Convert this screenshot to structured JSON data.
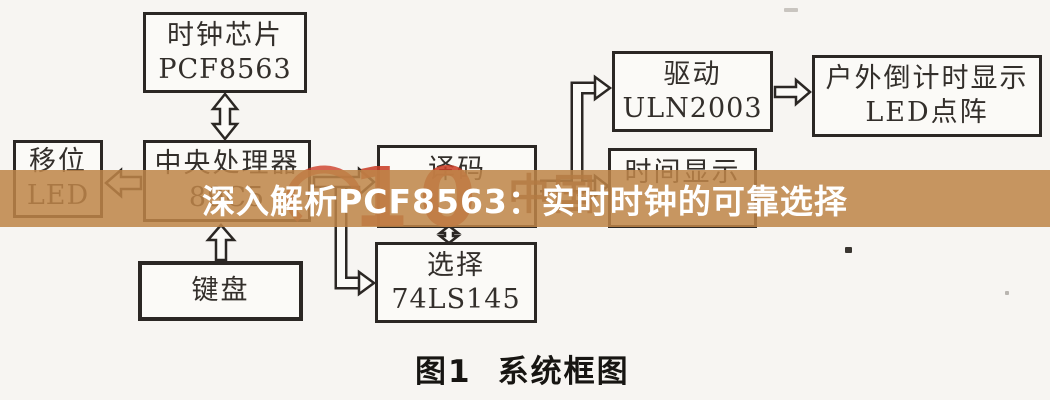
{
  "banner": {
    "title": "深入解析PCF8563：实时时钟的可靠选择",
    "bg_color": "#be8548",
    "text_color": "#ffffff"
  },
  "watermark": {
    "digits": "10",
    "cjk_text": "中国",
    "color": "#c93f28"
  },
  "blocks": {
    "clock": {
      "line1": "时钟芯片",
      "line2": "PCF8563"
    },
    "shift_led": {
      "line1": "移位",
      "line2": "LED"
    },
    "cpu": {
      "line1": "中央处理器",
      "line2": "89C5"
    },
    "keyboard": {
      "line1": "键盘"
    },
    "decoder": {
      "line1": "译码"
    },
    "selector": {
      "line1": "选择",
      "line2": "74LS145"
    },
    "driver": {
      "line1": "驱动",
      "line2": "ULN2003"
    },
    "time_display": {
      "line1": "时间显示"
    },
    "outdoor_display": {
      "line1": "户外倒计时显示",
      "line2": "LED点阵"
    }
  },
  "caption": {
    "fig_label": "图1",
    "title": "系统框图"
  }
}
